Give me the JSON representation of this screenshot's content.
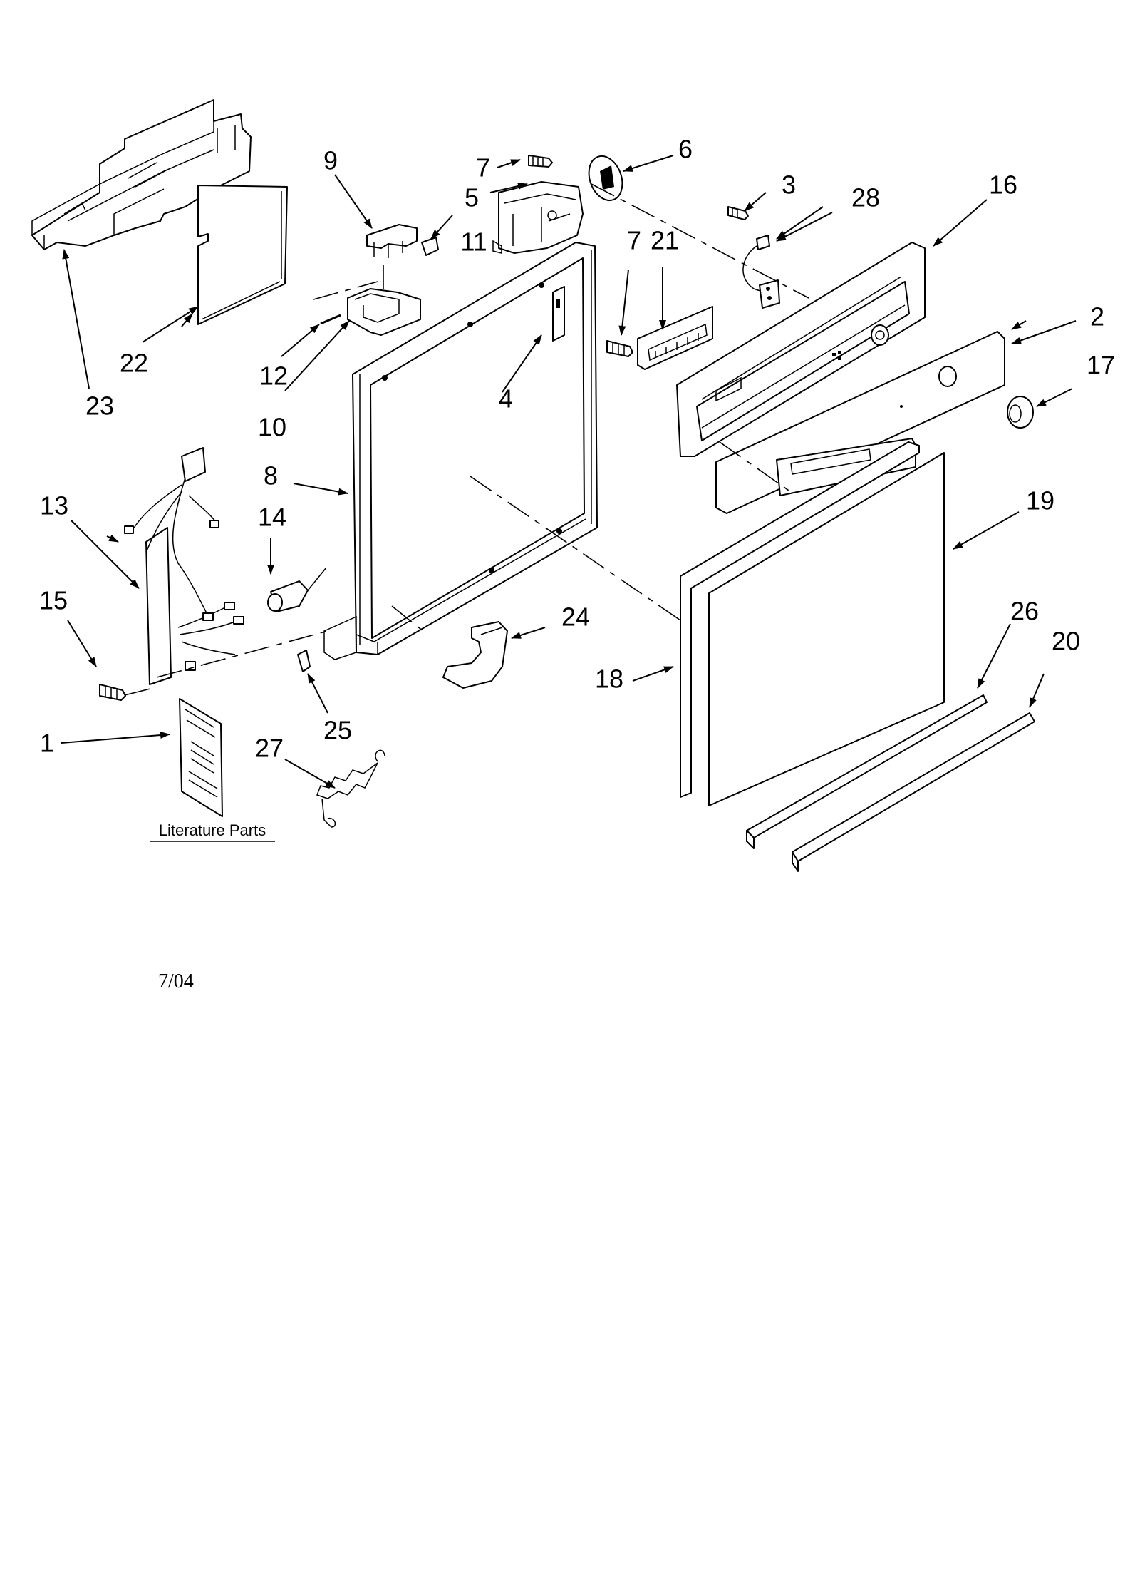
{
  "callouts": [
    {
      "id": "1",
      "label": "1"
    },
    {
      "id": "2",
      "label": "2"
    },
    {
      "id": "3",
      "label": "3"
    },
    {
      "id": "4",
      "label": "4"
    },
    {
      "id": "5",
      "label": "5"
    },
    {
      "id": "6",
      "label": "6"
    },
    {
      "id": "7a",
      "label": "7"
    },
    {
      "id": "7b",
      "label": "7"
    },
    {
      "id": "8",
      "label": "8"
    },
    {
      "id": "9",
      "label": "9"
    },
    {
      "id": "10",
      "label": "10"
    },
    {
      "id": "11",
      "label": "11"
    },
    {
      "id": "12",
      "label": "12"
    },
    {
      "id": "13",
      "label": "13"
    },
    {
      "id": "14",
      "label": "14"
    },
    {
      "id": "15",
      "label": "15"
    },
    {
      "id": "16",
      "label": "16"
    },
    {
      "id": "17",
      "label": "17"
    },
    {
      "id": "18",
      "label": "18"
    },
    {
      "id": "19",
      "label": "19"
    },
    {
      "id": "20",
      "label": "20"
    },
    {
      "id": "21",
      "label": "21"
    },
    {
      "id": "22",
      "label": "22"
    },
    {
      "id": "23",
      "label": "23"
    },
    {
      "id": "24",
      "label": "24"
    },
    {
      "id": "25",
      "label": "25"
    },
    {
      "id": "26",
      "label": "26"
    },
    {
      "id": "27",
      "label": "27"
    },
    {
      "id": "28",
      "label": "28"
    }
  ],
  "literature_label": "Literature Parts",
  "date_code": "7/04"
}
